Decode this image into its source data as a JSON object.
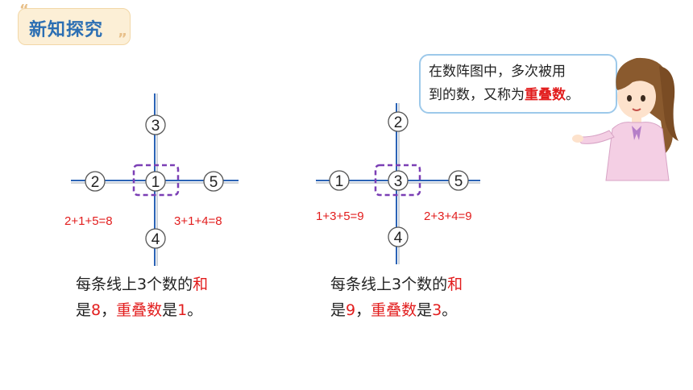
{
  "header": {
    "title": "新知探究"
  },
  "bubble": {
    "line1": "在数阵图中，多次被用",
    "line2_prefix": "到的数，又称为",
    "line2_highlight": "重叠数",
    "line2_suffix": "。"
  },
  "diagram_left": {
    "top": "3",
    "left": "2",
    "center": "1",
    "right": "5",
    "bottom": "4",
    "eq_left": "2+1+5=8",
    "eq_right": "3+1+4=8"
  },
  "diagram_right": {
    "top": "2",
    "left": "1",
    "center": "3",
    "right": "5",
    "bottom": "4",
    "eq_left": "1+3+5=9",
    "eq_right": "2+3+4=9"
  },
  "statement_left": {
    "p1": "每条线上3个数的",
    "p1_red": "和",
    "p2a": "是",
    "p2_num": "8",
    "p2b": "，",
    "p2_red": "重叠数",
    "p2c": "是",
    "p2_num2": "1",
    "p2d": "。"
  },
  "statement_right": {
    "p1": "每条线上3个数的",
    "p1_red": "和",
    "p2a": "是",
    "p2_num": "9",
    "p2b": "，",
    "p2_red": "重叠数",
    "p2c": "是",
    "p2_num2": "3",
    "p2d": "。"
  },
  "colors": {
    "line": "#2b63b6",
    "highlight": "#e21d1d",
    "dashed": "#7b3fb5",
    "circle": "#555555"
  }
}
